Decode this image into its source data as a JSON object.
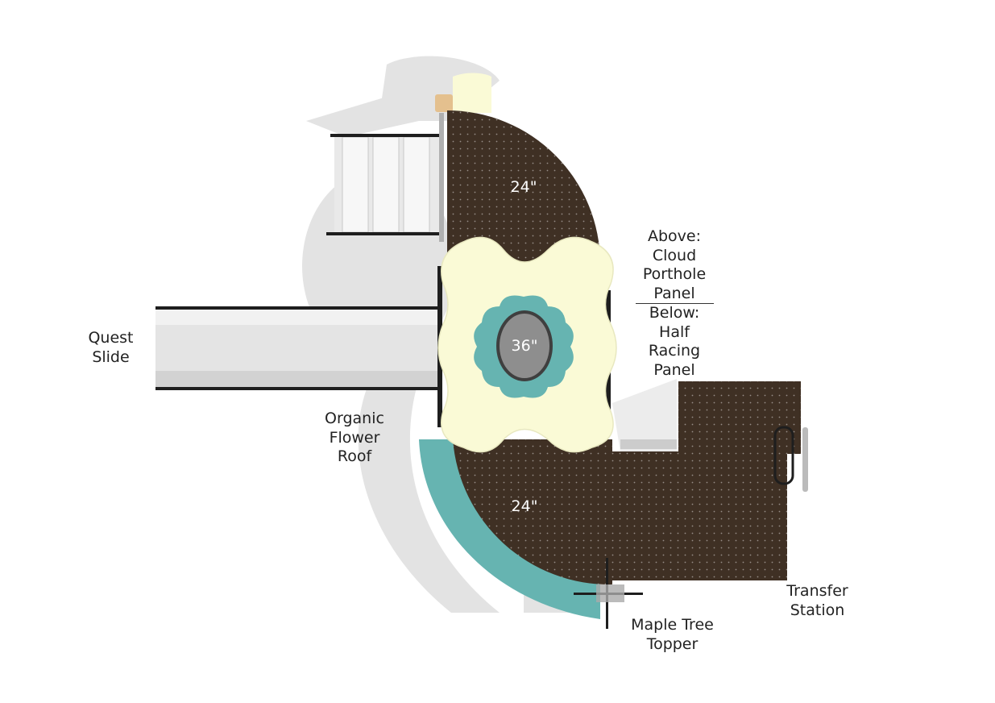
{
  "colors": {
    "deck": "#3f3024",
    "roof": "#fafad6",
    "teal": "#66b4b1",
    "slide": "#e6e6e6",
    "shadow": "#dcdcdc",
    "rail": "#1e1e1e"
  },
  "dimensions": {
    "top_deck": "24\"",
    "center_roof": "36\"",
    "bottom_deck": "24\""
  },
  "labels": {
    "quest_slide": [
      "Quest",
      "Slide"
    ],
    "organic_roof": [
      "Organic",
      "Flower",
      "Roof"
    ],
    "panel_above": [
      "Above:",
      "Cloud",
      "Porthole",
      "Panel"
    ],
    "panel_below": [
      "Below:",
      "Half",
      "Racing",
      "Panel"
    ],
    "transfer_station": [
      "Transfer",
      "Station"
    ],
    "maple_topper": [
      "Maple Tree",
      "Topper"
    ]
  }
}
